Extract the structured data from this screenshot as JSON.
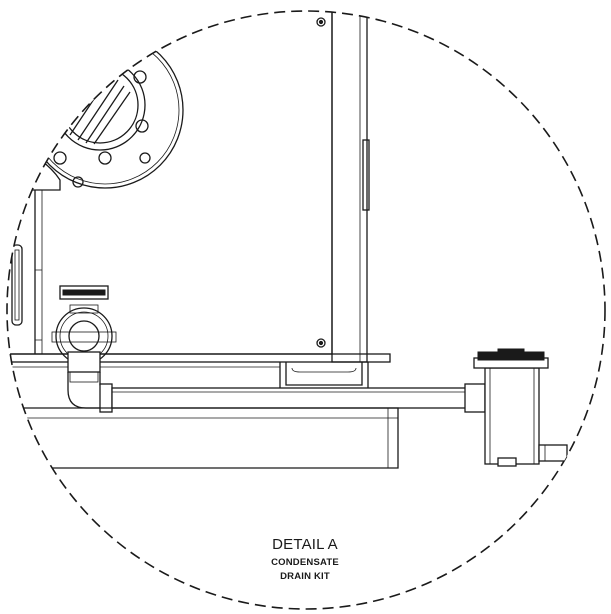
{
  "detail": {
    "title": "DETAIL A",
    "subtitle_line1": "CONDENSATE",
    "subtitle_line2": "DRAIN KIT"
  }
}
